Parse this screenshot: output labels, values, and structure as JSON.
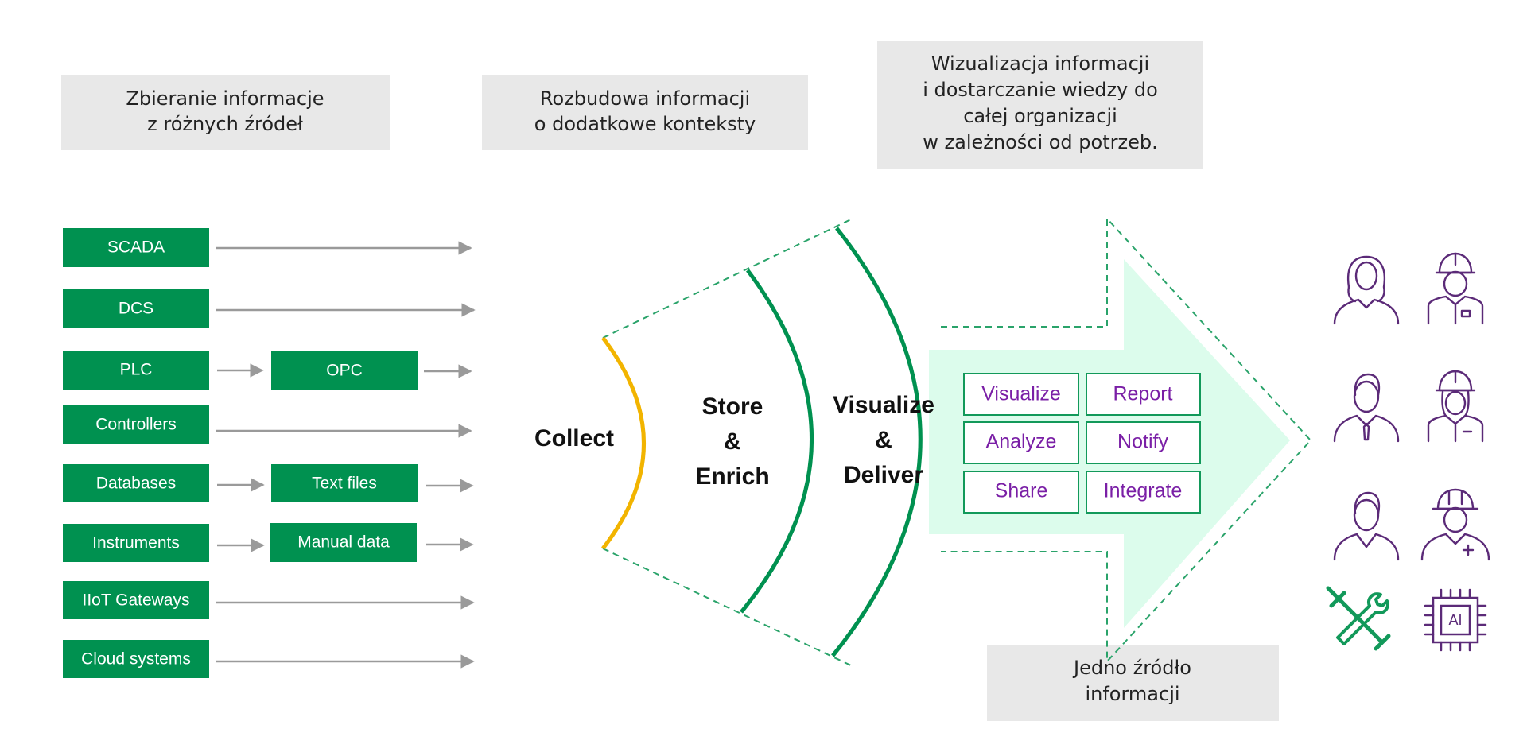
{
  "captions": {
    "collect": [
      "Zbieranie informacje",
      "z różnych źródeł"
    ],
    "enrich": [
      "Rozbudowa informacji",
      "o dodatkowe konteksty"
    ],
    "deliver": [
      "Wizualizacja informacji",
      "i dostarczanie wiedzy do",
      "całej organizacji",
      "w zależności od potrzeb."
    ],
    "single_source": [
      "Jedno źródło",
      "informacji"
    ]
  },
  "sources": {
    "left": [
      "SCADA",
      "DCS",
      "PLC",
      "Controllers",
      "Databases",
      "Instruments",
      "IIoT Gateways",
      "Cloud systems"
    ],
    "middle": {
      "opc": "OPC",
      "text_files": "Text files",
      "manual_data": "Manual data"
    }
  },
  "stages": {
    "collect": "Collect",
    "store": [
      "Store",
      "&",
      "Enrich"
    ],
    "visualize": [
      "Visualize",
      "&",
      "Deliver"
    ]
  },
  "capabilities": [
    "Visualize",
    "Report",
    "Analyze",
    "Notify",
    "Share",
    "Integrate"
  ],
  "icons": {
    "ai_label": "AI",
    "set": [
      "woman-icon",
      "engineer-icon",
      "man-tie-icon",
      "woman-engineer-icon",
      "man-icon",
      "hardhat-worker-icon",
      "tools-icon",
      "ai-chip-icon"
    ]
  },
  "colors": {
    "green": "#009150",
    "yellow": "#f2b400",
    "purple": "#7a1fa6",
    "mint": "#dcfcec",
    "gray": "#e8e8e8"
  }
}
